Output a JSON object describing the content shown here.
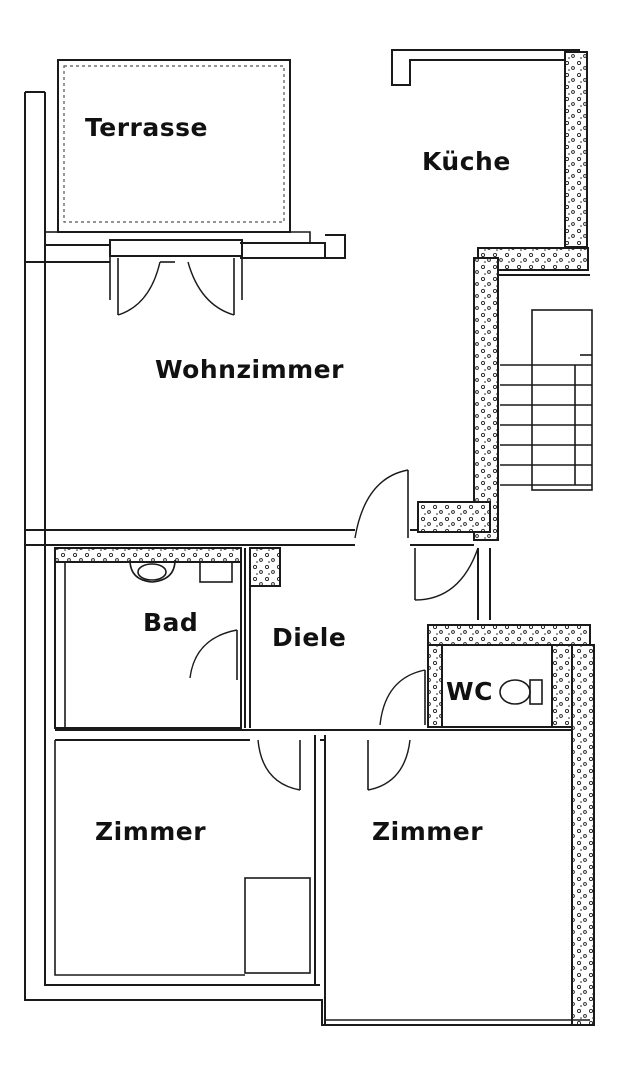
{
  "rooms": {
    "terrasse": "Terrasse",
    "kueche": "Küche",
    "wohnzimmer": "Wohnzimmer",
    "bad": "Bad",
    "diele": "Diele",
    "wc": "WC",
    "zimmer_left": "Zimmer",
    "zimmer_right": "Zimmer"
  },
  "colors": {
    "ink": "#1a1a1a",
    "paper": "#ffffff"
  }
}
